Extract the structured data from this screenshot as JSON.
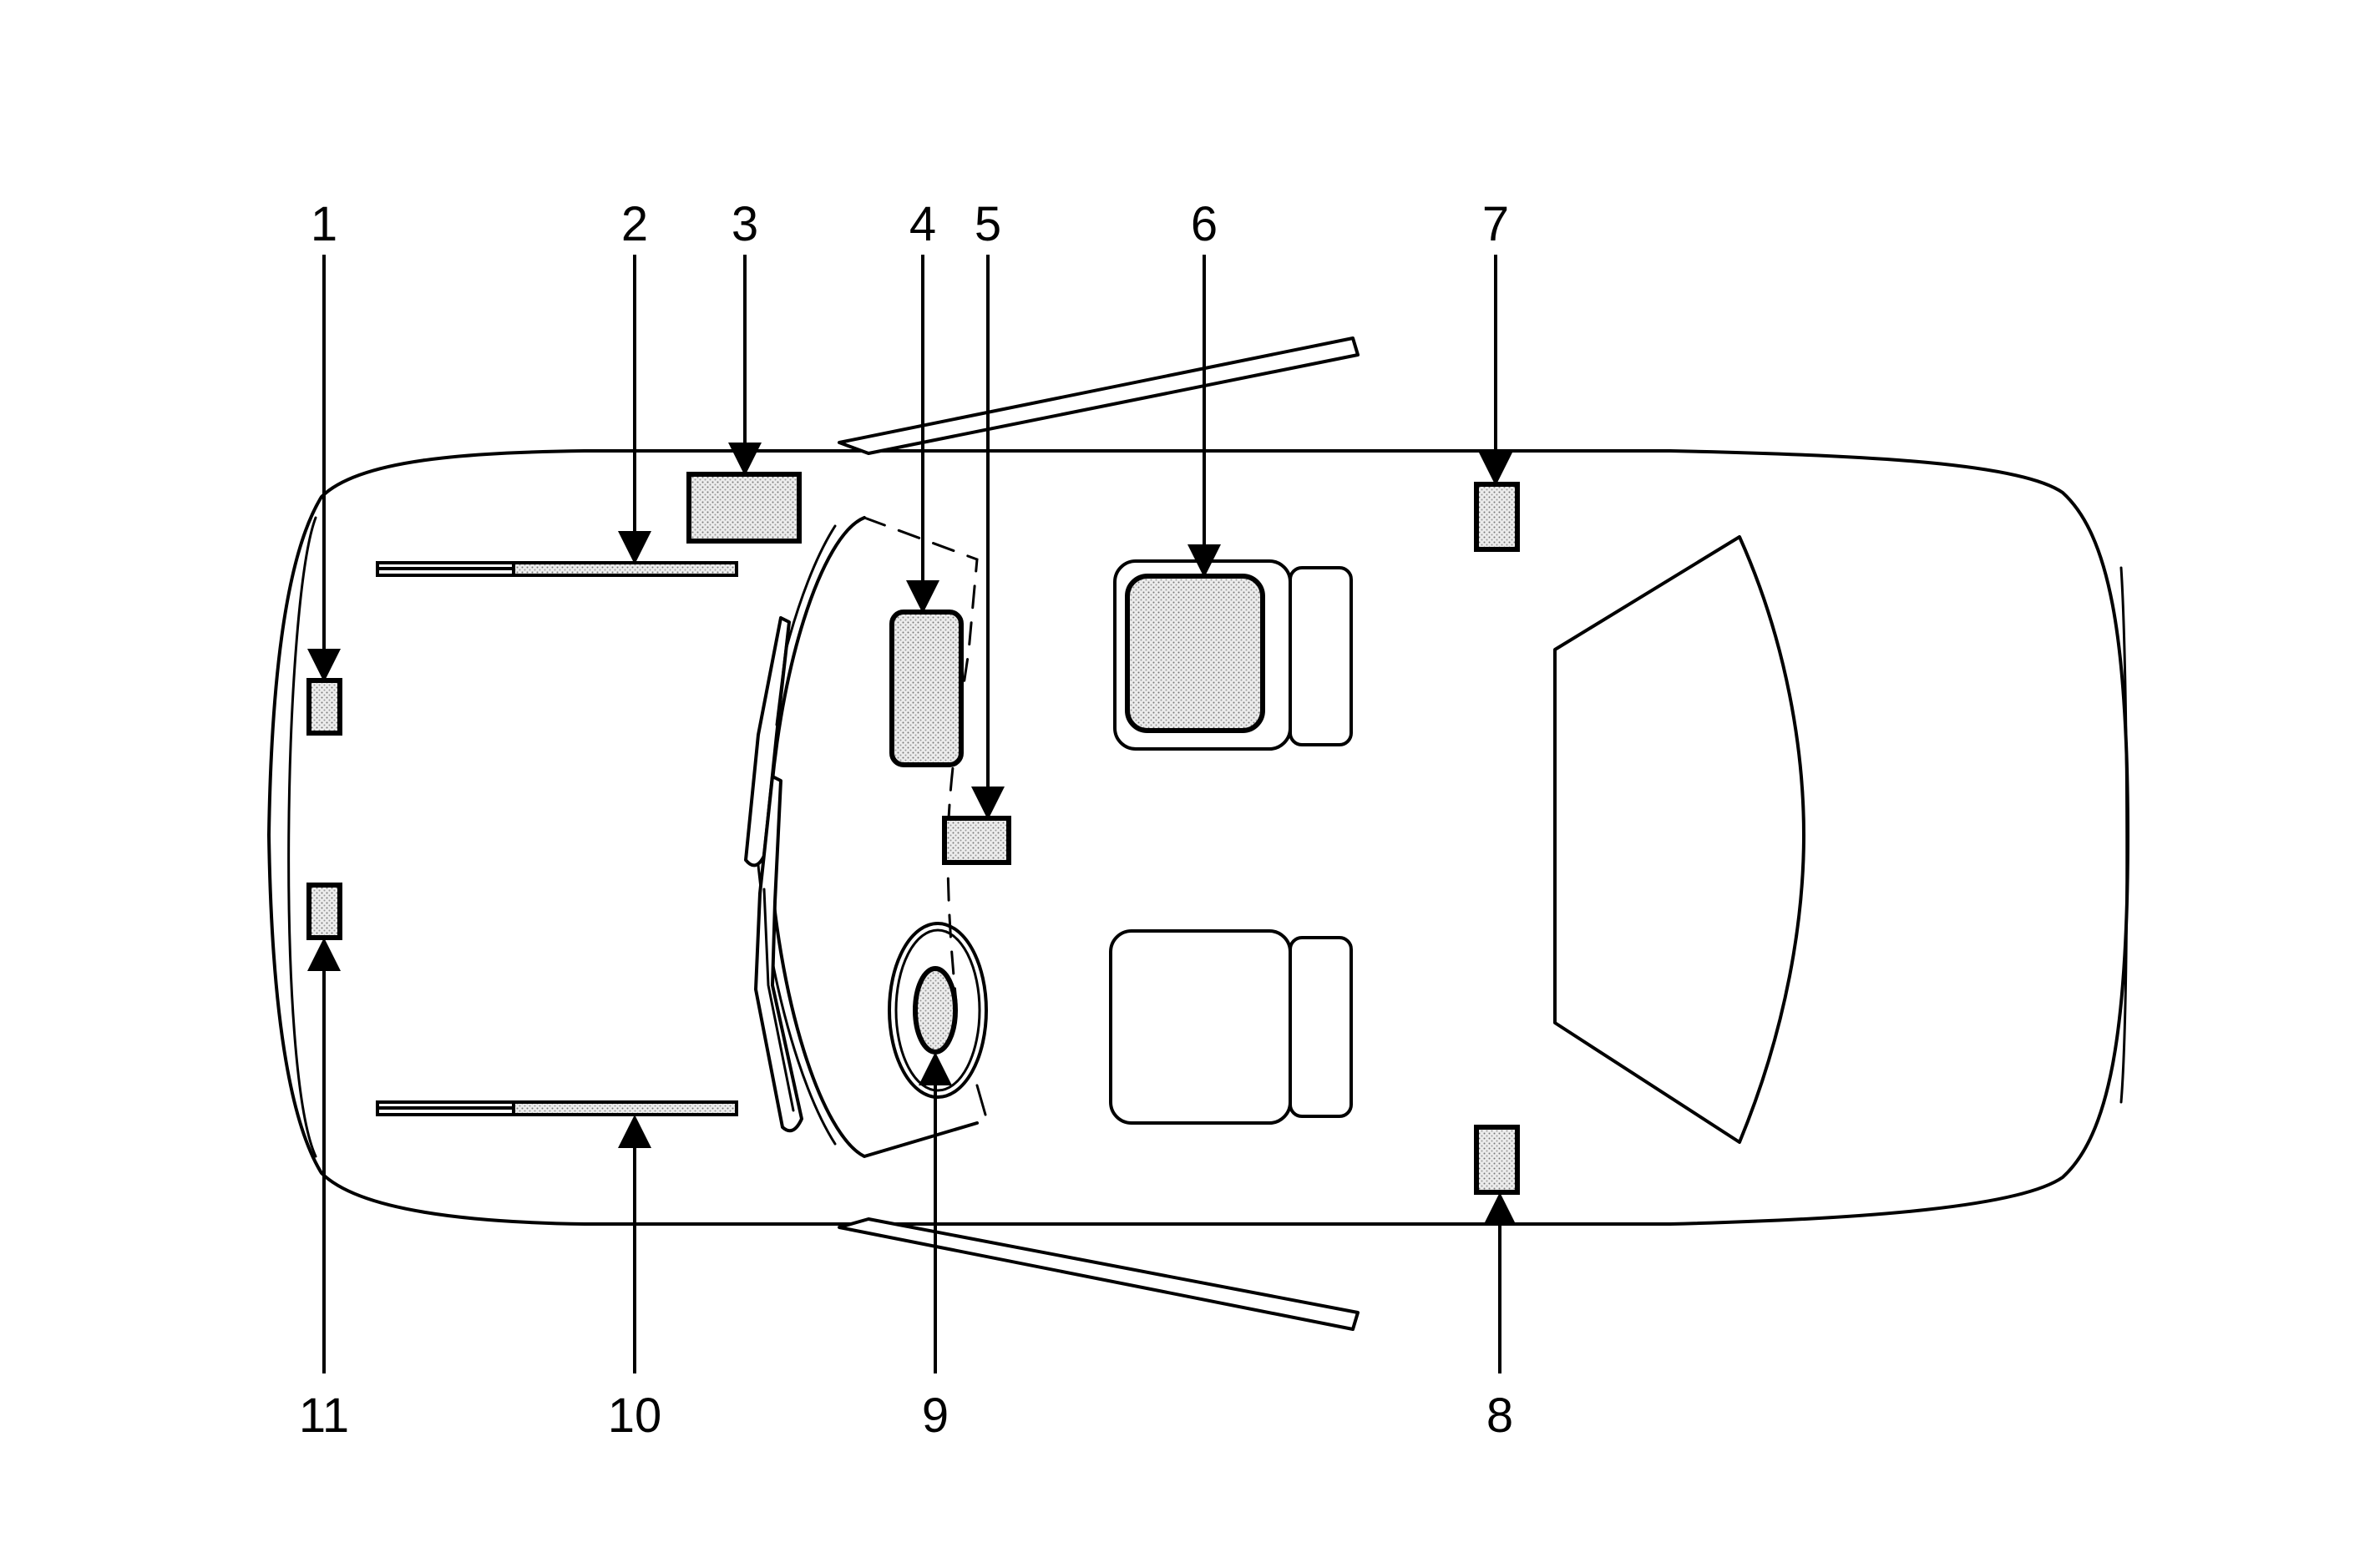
{
  "callouts": [
    {
      "id": "1",
      "label": "1"
    },
    {
      "id": "2",
      "label": "2"
    },
    {
      "id": "3",
      "label": "3"
    },
    {
      "id": "4",
      "label": "4"
    },
    {
      "id": "5",
      "label": "5"
    },
    {
      "id": "6",
      "label": "6"
    },
    {
      "id": "7",
      "label": "7"
    },
    {
      "id": "8",
      "label": "8"
    },
    {
      "id": "9",
      "label": "9"
    },
    {
      "id": "10",
      "label": "10"
    },
    {
      "id": "11",
      "label": "11"
    }
  ],
  "colors": {
    "line": "#000000",
    "module_fill": "#d9d9d9",
    "background": "#ffffff"
  }
}
